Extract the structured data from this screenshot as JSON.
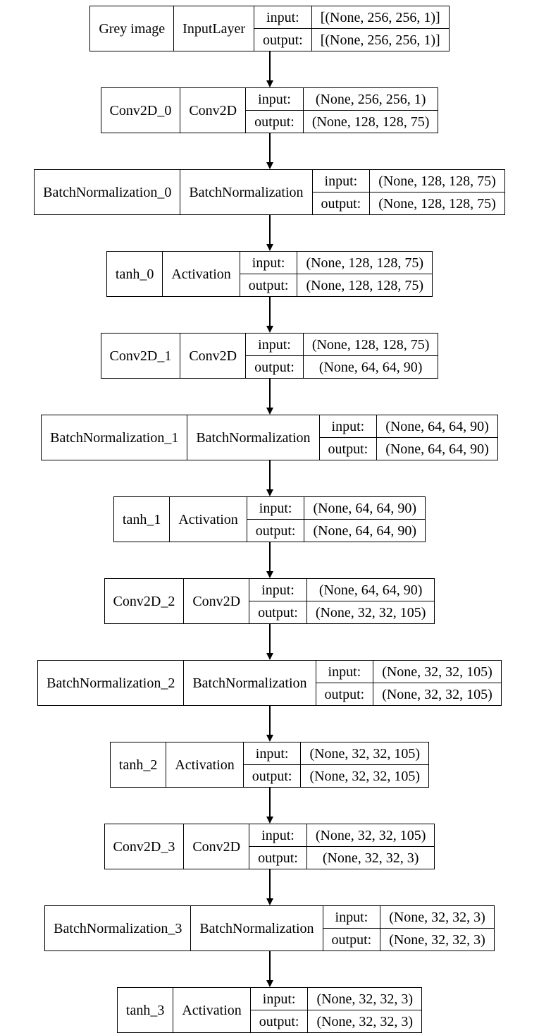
{
  "diagram": {
    "kind": "keras-model-plot",
    "background_color": "#ffffff",
    "node_border_color": "#000000",
    "edge_color": "#000000",
    "text_color": "#000000"
  },
  "labels": {
    "input": "input:",
    "output": "output:"
  },
  "layers": [
    {
      "name": "Grey image",
      "type": "InputLayer",
      "input": "[(None, 256, 256, 1)]",
      "output": "[(None, 256, 256, 1)]"
    },
    {
      "name": "Conv2D_0",
      "type": "Conv2D",
      "input": "(None, 256, 256, 1)",
      "output": "(None, 128, 128, 75)"
    },
    {
      "name": "BatchNormalization_0",
      "type": "BatchNormalization",
      "input": "(None, 128, 128, 75)",
      "output": "(None, 128, 128, 75)"
    },
    {
      "name": "tanh_0",
      "type": "Activation",
      "input": "(None, 128, 128, 75)",
      "output": "(None, 128, 128, 75)"
    },
    {
      "name": "Conv2D_1",
      "type": "Conv2D",
      "input": "(None, 128, 128, 75)",
      "output": "(None, 64, 64, 90)"
    },
    {
      "name": "BatchNormalization_1",
      "type": "BatchNormalization",
      "input": "(None, 64, 64, 90)",
      "output": "(None, 64, 64, 90)"
    },
    {
      "name": "tanh_1",
      "type": "Activation",
      "input": "(None, 64, 64, 90)",
      "output": "(None, 64, 64, 90)"
    },
    {
      "name": "Conv2D_2",
      "type": "Conv2D",
      "input": "(None, 64, 64, 90)",
      "output": "(None, 32, 32, 105)"
    },
    {
      "name": "BatchNormalization_2",
      "type": "BatchNormalization",
      "input": "(None, 32, 32, 105)",
      "output": "(None, 32, 32, 105)"
    },
    {
      "name": "tanh_2",
      "type": "Activation",
      "input": "(None, 32, 32, 105)",
      "output": "(None, 32, 32, 105)"
    },
    {
      "name": "Conv2D_3",
      "type": "Conv2D",
      "input": "(None, 32, 32, 105)",
      "output": "(None, 32, 32, 3)"
    },
    {
      "name": "BatchNormalization_3",
      "type": "BatchNormalization",
      "input": "(None, 32, 32, 3)",
      "output": "(None, 32, 32, 3)"
    },
    {
      "name": "tanh_3",
      "type": "Activation",
      "input": "(None, 32, 32, 3)",
      "output": "(None, 32, 32, 3)"
    }
  ]
}
